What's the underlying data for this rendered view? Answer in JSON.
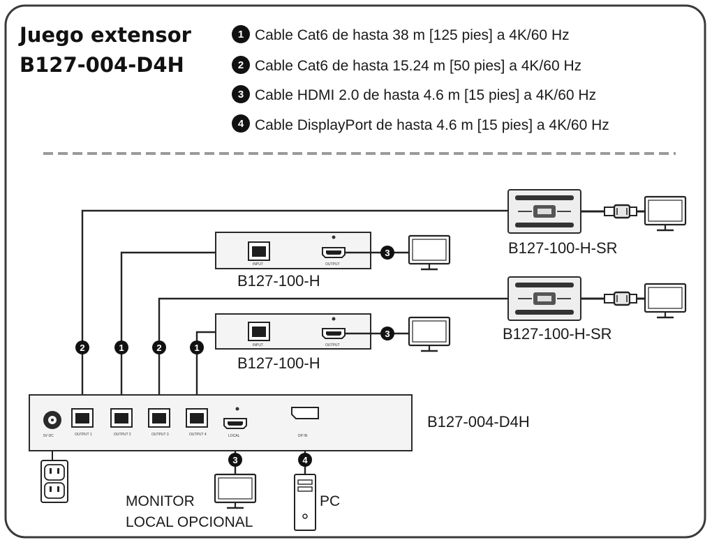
{
  "title_line1": "Juego extensor",
  "title_line2": "B127-004-D4H",
  "legend": [
    {
      "num": "1",
      "text": "Cable Cat6 de hasta 38 m [125 pies] a 4K/60 Hz"
    },
    {
      "num": "2",
      "text": "Cable Cat6 de hasta 15.24 m [50 pies] a 4K/60 Hz"
    },
    {
      "num": "3",
      "text": "Cable HDMI 2.0 de hasta 4.6 m [15 pies] a 4K/60 Hz"
    },
    {
      "num": "4",
      "text": "Cable DisplayPort de hasta 4.6 m [15 pies] a 4K/60 Hz"
    }
  ],
  "labels": {
    "sr_top": "B127-100-H-SR",
    "rx_top": "B127-100-H",
    "sr_bottom": "B127-100-H-SR",
    "rx_bottom": "B127-100-H",
    "main_unit": "B127-004-D4H",
    "monitor_line1": "MONITOR",
    "monitor_line2": "LOCAL OPCIONAL",
    "pc": "PC"
  },
  "cable_badges": {
    "out1": "2",
    "out2": "1",
    "out3": "2",
    "out4": "1",
    "hdmi_top": "3",
    "hdmi_bottom": "3",
    "local_hdmi": "3",
    "dp": "4"
  },
  "icons": [
    "power-outlet-icon",
    "dc-power-jack-icon",
    "monitor-icon",
    "pc-tower-icon",
    "hdmi-plug-icon",
    "rj45-port-icon",
    "hdmi-port-icon",
    "displayport-port-icon"
  ],
  "colors": {
    "line": "#222222",
    "badge": "#111111",
    "dashed": "#9a9a9a",
    "frame": "#3a3a3a"
  }
}
